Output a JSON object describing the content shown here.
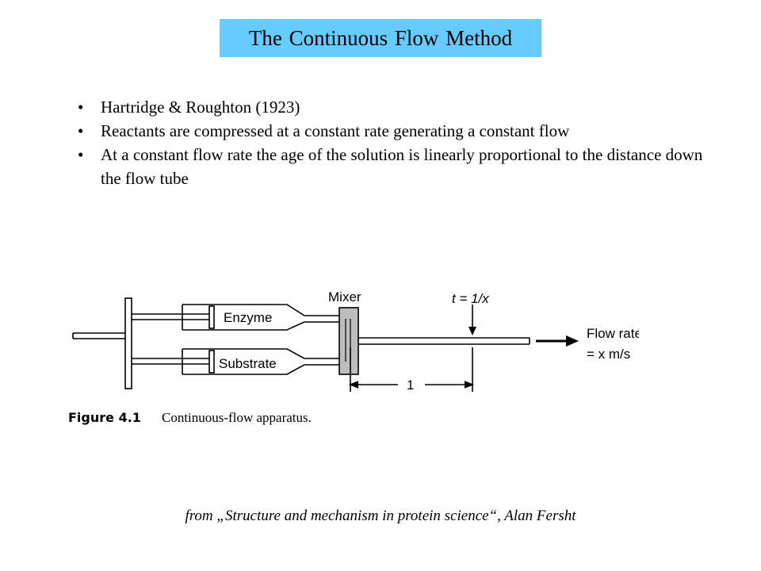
{
  "slide": {
    "title": "The Continuous Flow Method",
    "bullets": [
      "Hartridge & Roughton (1923)",
      "Reactants are compressed at a constant rate generating a constant flow",
      "At a constant flow rate the age of the solution is linearly proportional to the distance down the flow tube"
    ],
    "source": "from „Structure and mechanism in protein science“, Alan Fersht"
  },
  "figure": {
    "labels": {
      "mixer": "Mixer",
      "time": "t = 1/x",
      "enzyme": "Enzyme",
      "substrate": "Substrate",
      "flow_rate": "Flow rate",
      "flow_value": "= x m/s",
      "distance": "1"
    },
    "caption_number": "Figure 4.1",
    "caption_text": "Continuous-flow apparatus."
  },
  "colors": {
    "title_background": "#66ccff",
    "mixer_fill": "#bdbdbd"
  }
}
